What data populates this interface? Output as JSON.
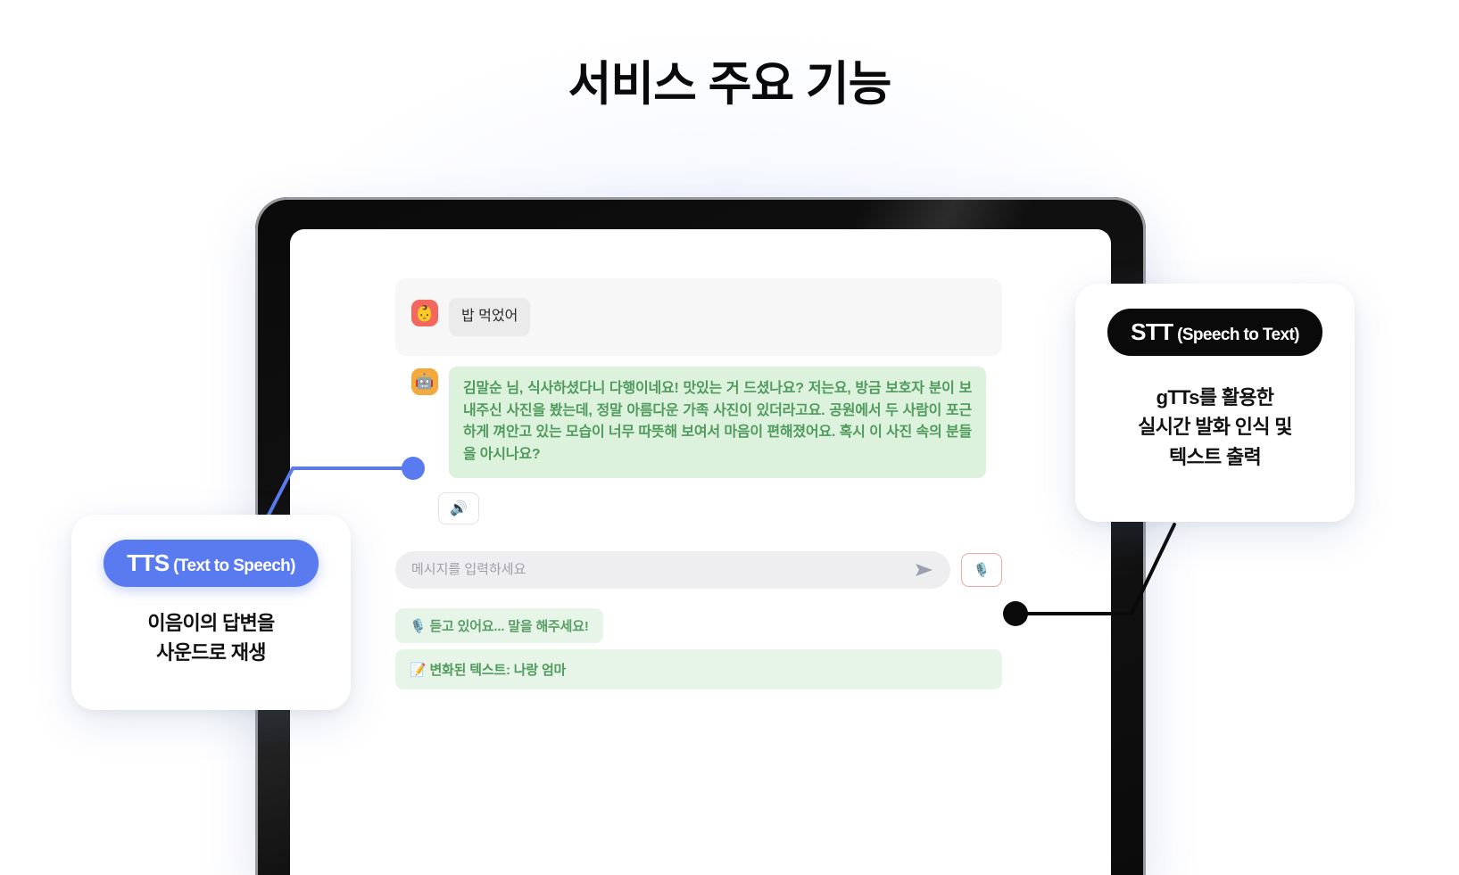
{
  "page": {
    "title": "서비스 주요 기능"
  },
  "chat": {
    "user_message": {
      "avatar_icon": "baby-face-icon",
      "avatar_glyph": "👶",
      "text": "밥 먹었어"
    },
    "bot_message": {
      "avatar_icon": "robot-icon",
      "avatar_glyph": "🤖",
      "text": "김말순 님, 식사하셨다니 다행이네요! 맛있는 거 드셨나요? 저는요, 방금 보호자 분이 보내주신 사진을 봤는데, 정말 아름다운 가족 사진이 있더라고요. 공원에서 두 사람이 포근하게 껴안고 있는 모습이 너무 따뜻해 보여서 마음이 편해졌어요. 혹시 이 사진 속의 분들을 아시나요?"
    },
    "speaker_button": {
      "icon": "speaker-icon",
      "glyph": "🔊"
    },
    "composer": {
      "placeholder": "메시지를 입력하세요",
      "value": "",
      "send_icon": "send-arrow-icon",
      "mic_icon": "microphone-icon",
      "mic_glyph": "🎙️"
    },
    "status_listening": "🎙️ 듣고 있어요... 말을 해주세요!",
    "status_converted": "📝 변화된 텍스트: 나랑 엄마"
  },
  "callouts": {
    "tts": {
      "badge_main": "TTS",
      "badge_sub": "(Text to Speech)",
      "body_line1": "이음이의 답변을",
      "body_line2": "사운드로 재생",
      "accent_color": "#5a7bf0"
    },
    "stt": {
      "badge_main": "STT",
      "badge_sub": "(Speech to Text)",
      "body_line1": "gTTs를 활용한",
      "body_line2": "실시간 발화 인식 및",
      "body_line3": "텍스트 출력",
      "accent_color": "#0a0a0a"
    }
  },
  "colors": {
    "user_bubble": "#ebebec",
    "bot_bubble": "#ddf2dd",
    "bot_text": "#4f9a5c",
    "user_avatar": "#f4675f",
    "bot_avatar": "#f5a93c",
    "mic_border": "#f0a8a4",
    "tts_connector": "#5a7bf0",
    "stt_connector": "#0a0a0a"
  }
}
